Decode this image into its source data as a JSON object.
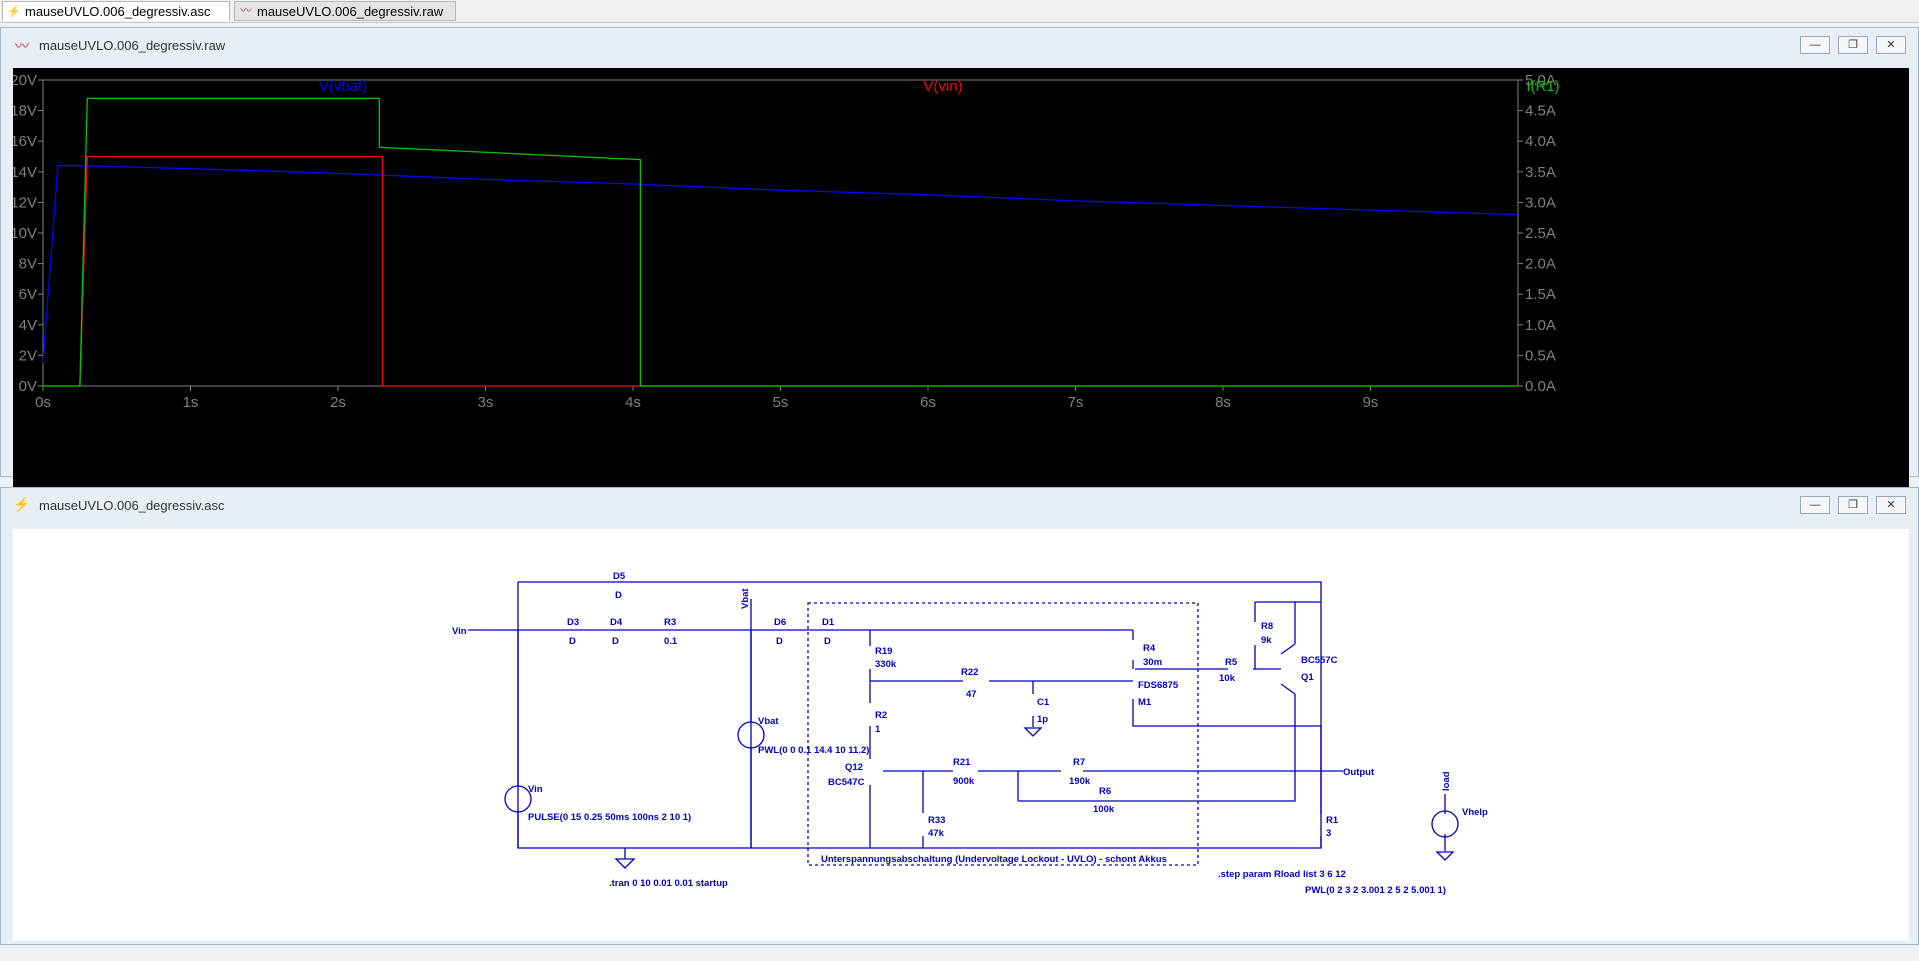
{
  "tabs": [
    {
      "label": "mauseUVLO.006_degressiv.asc",
      "icon": "schematic-icon"
    },
    {
      "label": "mauseUVLO.006_degressiv.raw",
      "icon": "waveform-icon"
    }
  ],
  "waveform_window": {
    "title": "mauseUVLO.006_degressiv.raw",
    "controls": [
      "minimize",
      "restore",
      "close"
    ]
  },
  "schematic_window": {
    "title": "mauseUVLO.006_degressiv.asc",
    "controls": [
      "minimize",
      "restore",
      "close"
    ]
  },
  "colors": {
    "vbat": "#0000ff",
    "vin": "#ff0000",
    "ir1": "#00c800",
    "schematic": "#0000c0"
  },
  "chart_data": {
    "type": "line",
    "background": "black",
    "grid": true,
    "x": {
      "ticks": [
        "0s",
        "1s",
        "2s",
        "3s",
        "4s",
        "5s",
        "6s",
        "7s",
        "8s",
        "9s"
      ],
      "range": [
        0,
        10
      ]
    },
    "y_left": {
      "ticks": [
        "0V",
        "2V",
        "4V",
        "6V",
        "8V",
        "10V",
        "12V",
        "14V",
        "16V",
        "18V",
        "20V"
      ],
      "range": [
        0,
        20
      ]
    },
    "y_right": {
      "ticks": [
        "0.0A",
        "0.5A",
        "1.0A",
        "1.5A",
        "2.0A",
        "2.5A",
        "3.0A",
        "3.5A",
        "4.0A",
        "4.5A",
        "5.0A"
      ],
      "range": [
        0,
        5
      ]
    },
    "series": [
      {
        "name": "V(vbat)",
        "axis": "left",
        "x": [
          0,
          0.1,
          0.25,
          1,
          2,
          3,
          4,
          5,
          6,
          7,
          8,
          9,
          10
        ],
        "y": [
          1.5,
          14.4,
          14.4,
          14.2,
          13.9,
          13.5,
          13.2,
          12.8,
          12.5,
          12.1,
          11.8,
          11.5,
          11.2
        ]
      },
      {
        "name": "V(vin)",
        "axis": "left",
        "x": [
          0,
          0.25,
          0.3,
          2.3,
          2.3,
          10
        ],
        "y": [
          0,
          0,
          15,
          15,
          0,
          0
        ]
      },
      {
        "name": "I(R1)",
        "axis": "right",
        "x": [
          0,
          0.25,
          0.3,
          2.28,
          2.28,
          4.05,
          4.05,
          10
        ],
        "y": [
          0,
          0,
          4.7,
          4.7,
          3.9,
          3.7,
          0,
          0
        ]
      }
    ]
  },
  "schematic": {
    "components": [
      {
        "name": "D5",
        "value": "D"
      },
      {
        "name": "D3",
        "value": "D"
      },
      {
        "name": "D4",
        "value": "D"
      },
      {
        "name": "R3",
        "value": "0.1"
      },
      {
        "name": "D6",
        "value": "D"
      },
      {
        "name": "D1",
        "value": "D"
      },
      {
        "name": "R19",
        "value": "330k"
      },
      {
        "name": "R22",
        "value": "47"
      },
      {
        "name": "C1",
        "value": "1p"
      },
      {
        "name": "R4",
        "value": "30m"
      },
      {
        "name": "FDS6875",
        "value": "M1"
      },
      {
        "name": "R5",
        "value": "10k"
      },
      {
        "name": "R8",
        "value": "9k"
      },
      {
        "name": "BC557C",
        "value": "Q1"
      },
      {
        "name": "R2",
        "value": "1"
      },
      {
        "name": "Q12",
        "value": "BC547C"
      },
      {
        "name": "R21",
        "value": "900k"
      },
      {
        "name": "R7",
        "value": "190k"
      },
      {
        "name": "R6",
        "value": "100k"
      },
      {
        "name": "R33",
        "value": "47k"
      },
      {
        "name": "R1",
        "value": "3"
      }
    ],
    "netlabels": {
      "vin": "Vin",
      "vbat": "Vbat",
      "output": "Output",
      "load": "load"
    },
    "sources": {
      "vbat": {
        "name": "Vbat",
        "value": "PWL(0 0 0.1 14.4 10 11.2)"
      },
      "vin": {
        "name": "Vin",
        "value": "PULSE(0 15 0.25 50ms 100ns 2 10 1)"
      },
      "vhelp": {
        "name": "Vhelp",
        "value": "PWL(0 2 3 2 3.001 2 5 2 5.001 1)"
      }
    },
    "directives": {
      "tran": ".tran 0 10 0.01 0.01 startup",
      "step": ".step param Rload list 3 6 12"
    },
    "box_label": "Unterspannungsabschaltung (Undervoltage Lockout - UVLO) - schont Akkus"
  }
}
